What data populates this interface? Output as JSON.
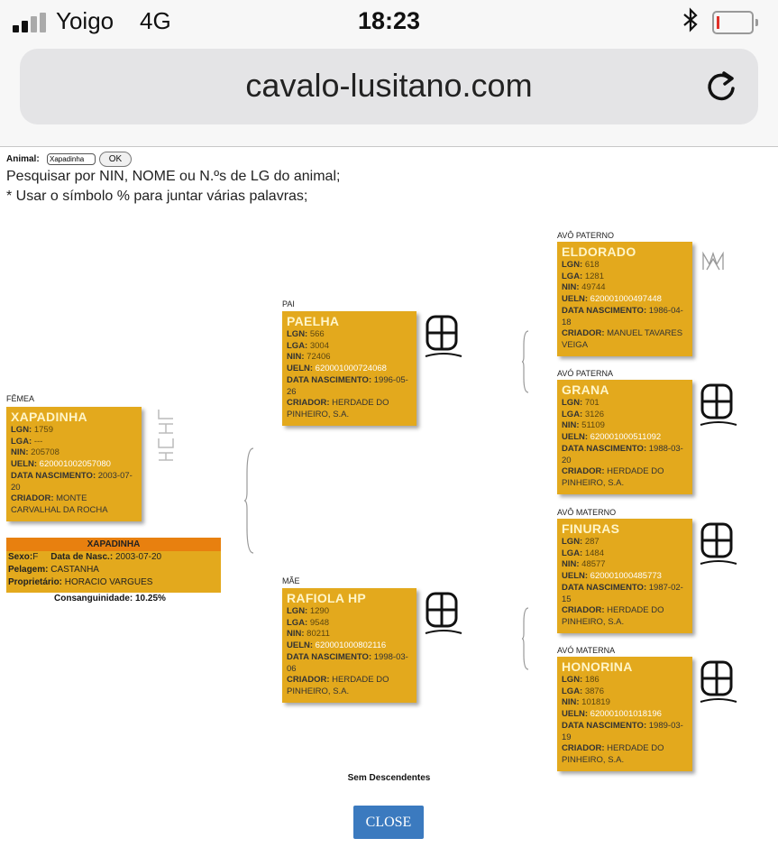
{
  "status_bar": {
    "carrier": "Yoigo",
    "network": "4G",
    "time": "18:23",
    "bluetooth_icon": "bluetooth-icon",
    "battery_level": 0.05,
    "battery_color": "#e0322a"
  },
  "browser": {
    "url": "cavalo-lusitano.com",
    "reload_icon": "reload-icon"
  },
  "search": {
    "label": "Animal:",
    "value": "Xapadinha",
    "ok_label": "OK",
    "hint1": "Pesquisar por NIN, NOME ou N.ºs de LG do animal;",
    "hint2": "* Usar o símbolo % para juntar várias palavras;"
  },
  "labels": {
    "lgn": "LGN:",
    "lga": "LGA:",
    "nin": "NIN:",
    "ueln": "UELN:",
    "birth": "DATA NASCIMENTO:",
    "breeder": "CRIADOR:"
  },
  "animal": {
    "relation": "FÊMEA",
    "name": "XAPADINHA",
    "lgn": "1759",
    "lga": "---",
    "nin": "205708",
    "ueln": "620001002057080",
    "birth": "2003-07-20",
    "breeder": "MONTE CARVALHAL DA ROCHA"
  },
  "info": {
    "title": "XAPADINHA",
    "sex_label": "Sexo:",
    "sex": "F",
    "birth_label": "Data de Nasc.:",
    "birth": "2003-07-20",
    "coat_label": "Pelagem:",
    "coat": "CASTANHA",
    "owner_label": "Proprietário:",
    "owner": "HORACIO VARGUES",
    "inbreeding": "Consanguinidade: 10.25%"
  },
  "sire": {
    "relation": "PAI",
    "name": "PAELHA",
    "lgn": "566",
    "lga": "3004",
    "nin": "72406",
    "ueln": "620001000724068",
    "birth": "1996-05-26",
    "breeder": "HERDADE DO PINHEIRO, S.A."
  },
  "dam": {
    "relation": "MÃE",
    "name": "RAFIOLA HP",
    "lgn": "1290",
    "lga": "9548",
    "nin": "80211",
    "ueln": "620001000802116",
    "birth": "1998-03-06",
    "breeder": "HERDADE DO PINHEIRO, S.A."
  },
  "gp_paternal_m": {
    "relation": "AVÔ PATERNO",
    "name": "ELDORADO",
    "lgn": "618",
    "lga": "1281",
    "nin": "49744",
    "ueln": "620001000497448",
    "birth": "1986-04-18",
    "breeder": "MANUEL TAVARES VEIGA"
  },
  "gp_paternal_f": {
    "relation": "AVÓ PATERNA",
    "name": "GRANA",
    "lgn": "701",
    "lga": "3126",
    "nin": "51109",
    "ueln": "620001000511092",
    "birth": "1988-03-20",
    "breeder": "HERDADE DO PINHEIRO, S.A."
  },
  "gp_maternal_m": {
    "relation": "AVÔ MATERNO",
    "name": "FINURAS",
    "lgn": "287",
    "lga": "1484",
    "nin": "48577",
    "ueln": "620001000485773",
    "birth": "1987-02-15",
    "breeder": "HERDADE DO PINHEIRO, S.A."
  },
  "gp_maternal_f": {
    "relation": "AVÓ MATERNA",
    "name": "HONORINA",
    "lgn": "186",
    "lga": "3876",
    "nin": "101819",
    "ueln": "620001001018196",
    "birth": "1989-03-19",
    "breeder": "HERDADE DO PINHEIRO, S.A."
  },
  "footer": {
    "descendants": "Sem Descendentes",
    "close_label": "CLOSE"
  },
  "colors": {
    "card": "#e3a91d",
    "card_header": "#e8800f",
    "close_button": "#3b7abf"
  }
}
